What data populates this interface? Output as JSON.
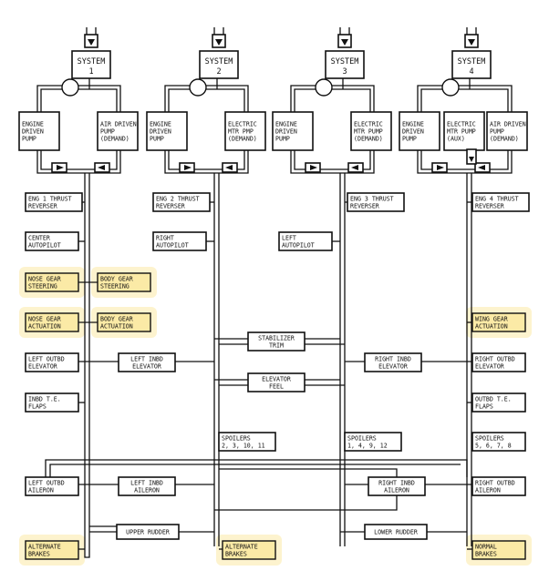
{
  "systems": [
    {
      "title": "SYSTEM",
      "num": "1",
      "pumpA": [
        "ENGINE",
        "DRIVEN",
        "PUMP"
      ],
      "pumpB": [
        "AIR DRIVEN",
        "PUMP",
        "(DEMAND)"
      ]
    },
    {
      "title": "SYSTEM",
      "num": "2",
      "pumpA": [
        "ENGINE",
        "DRIVEN",
        "PUMP"
      ],
      "pumpB": [
        "ELECTRIC",
        "MTR PMP",
        "(DEMAND)"
      ]
    },
    {
      "title": "SYSTEM",
      "num": "3",
      "pumpA": [
        "ENGINE",
        "DRIVEN",
        "PUMP"
      ],
      "pumpB": [
        "ELECTRIC",
        "MTR PUMP",
        "(DEMAND)"
      ]
    },
    {
      "title": "SYSTEM",
      "num": "4",
      "pumpA": [
        "ENGINE",
        "DRIVEN",
        "PUMP"
      ],
      "pumpB": [
        "ELECTRIC",
        "MTR PUMP",
        "(AUX)"
      ],
      "pumpC": [
        "AIR DRIVEN",
        "PUMP",
        "(DEMAND)"
      ]
    }
  ],
  "components": {
    "eng1_rev": [
      "ENG 1 THRUST",
      "REVERSER"
    ],
    "eng2_rev": [
      "ENG 2 THRUST",
      "REVERSER"
    ],
    "eng3_rev": [
      "ENG 3 THRUST",
      "REVERSER"
    ],
    "eng4_rev": [
      "ENG 4 THRUST",
      "REVERSER"
    ],
    "center_ap": [
      "CENTER",
      "AUTOPILOT"
    ],
    "right_ap": [
      "RIGHT",
      "AUTOPILOT"
    ],
    "left_ap": [
      "LEFT",
      "AUTOPILOT"
    ],
    "nose_steer": [
      "NOSE GEAR",
      "STEERING"
    ],
    "body_steer": [
      "BODY GEAR",
      "STEERING"
    ],
    "nose_act": [
      "NOSE GEAR",
      "ACTUATION"
    ],
    "body_act": [
      "BODY GEAR",
      "ACTUATION"
    ],
    "wing_act": [
      "WING GEAR",
      "ACTUATION"
    ],
    "stab_trim": [
      "STABILIZER",
      "TRIM"
    ],
    "left_outbd_elev": [
      "LEFT OUTBD",
      "ELEVATOR"
    ],
    "left_inbd_elev": [
      "LEFT INBD",
      "ELEVATOR"
    ],
    "elev_feel": [
      "ELEVATOR",
      "FEEL"
    ],
    "right_inbd_elev": [
      "RIGHT INBD",
      "ELEVATOR"
    ],
    "right_outbd_elev": [
      "RIGHT OUTBD",
      "ELEVATOR"
    ],
    "inbd_flaps": [
      "INBD T.E.",
      "FLAPS"
    ],
    "outbd_flaps": [
      "OUTBD T.E.",
      "FLAPS"
    ],
    "spoilers2": [
      "SPOILERS",
      "2, 3, 10, 11"
    ],
    "spoilers3": [
      "SPOILERS",
      "1, 4, 9, 12"
    ],
    "spoilers4": [
      "SPOILERS",
      "5, 6, 7, 8"
    ],
    "left_outbd_ail": [
      "LEFT OUTBD",
      "AILERON"
    ],
    "left_inbd_ail": [
      "LEFT INBD",
      "AILERON"
    ],
    "right_inbd_ail": [
      "RIGHT INBD",
      "AILERON"
    ],
    "right_outbd_ail": [
      "RIGHT OUTBD",
      "AILERON"
    ],
    "upper_rudder": [
      "UPPER RUDDER"
    ],
    "lower_rudder": [
      "LOWER RUDDER"
    ],
    "alt_brakes1": [
      "ALTERNATE",
      "BRAKES"
    ],
    "alt_brakes2": [
      "ALTERNATE",
      "BRAKES"
    ],
    "normal_brakes": [
      "NORMAL",
      "BRAKES"
    ]
  },
  "highlight_color": "#fbeaa6"
}
